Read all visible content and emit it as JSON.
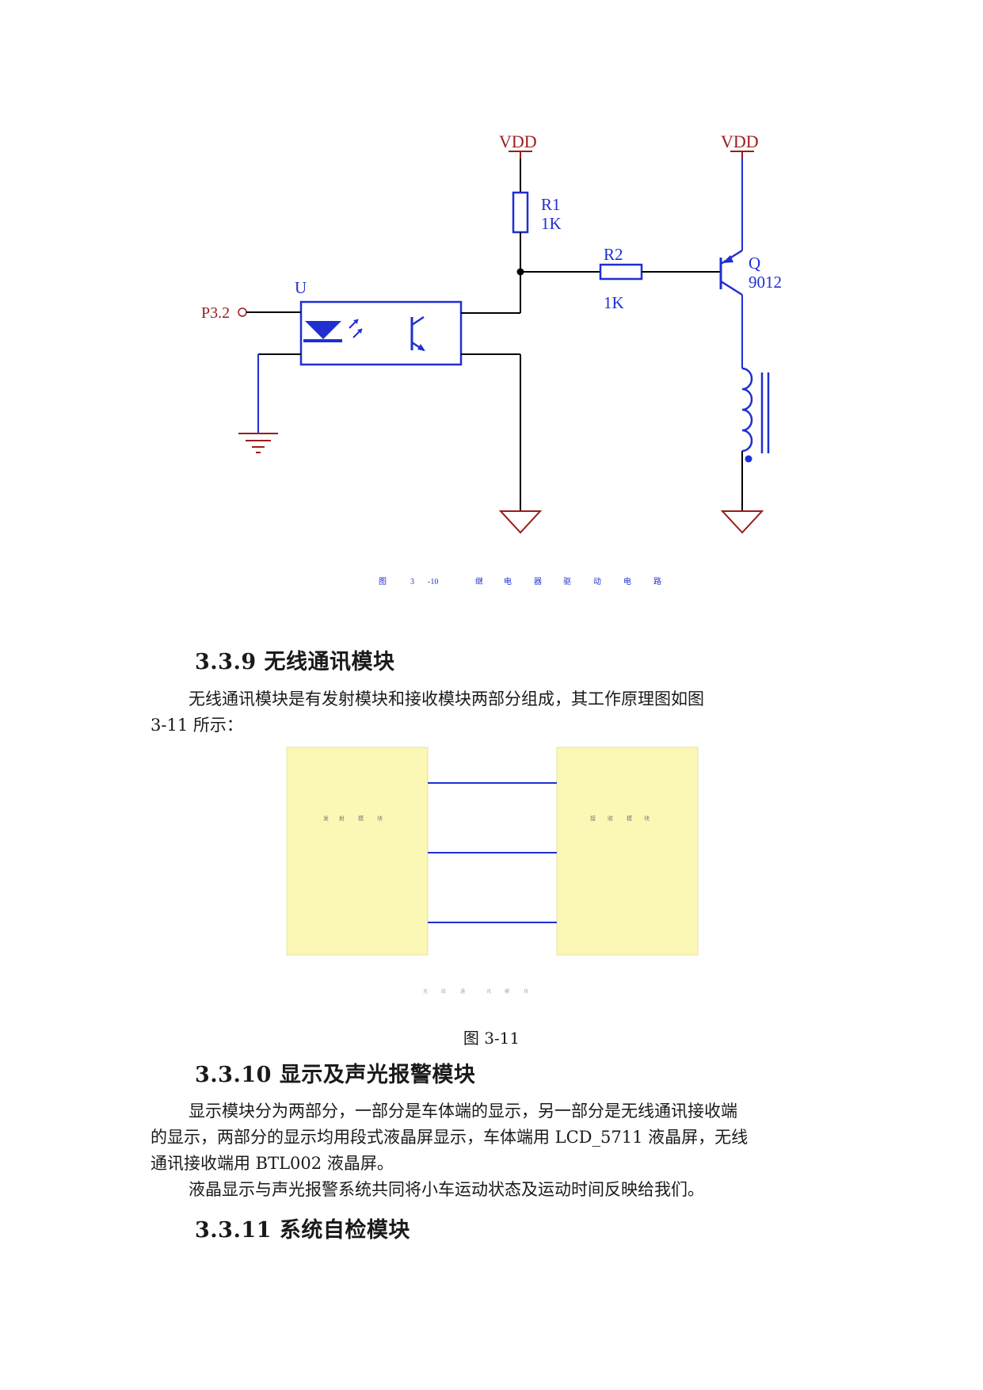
{
  "circuit1": {
    "vdd_left": "VDD",
    "vdd_right": "VDD",
    "r1_name": "R1",
    "r1_value": "1K",
    "r2_name": "R2",
    "r2_value": "1K",
    "q_name": "Q",
    "q_value": "9012",
    "u_name": "U",
    "p32": "P3.2",
    "caption_chars": [
      "图",
      "3",
      "-10",
      "继",
      "电",
      "器",
      "驱",
      "动",
      "电",
      "路"
    ]
  },
  "section_339": {
    "heading": "3.3.9 无线通讯模块",
    "para_lines": [
      "无线通讯模块是有发射模块和接收模块两部分组成，其工作原理图如图",
      "3-11 所示："
    ]
  },
  "fig311": {
    "left_box_chars": [
      "发",
      "射",
      "模",
      "块"
    ],
    "right_box_chars": [
      "接",
      "收",
      "模",
      "块"
    ],
    "small_caption_chars": [
      "无",
      "线",
      "通",
      "讯",
      "模",
      "块"
    ],
    "caption": "图 3-11"
  },
  "section_3310": {
    "heading": "3.3.10 显示及声光报警模块",
    "para1_lines": [
      "显示模块分为两部分，一部分是车体端的显示，另一部分是无线通讯接收端",
      "的显示，两部分的显示均用段式液晶屏显示，车体端用 LCD_5711 液晶屏，无线",
      "通讯接收端用 BTL002 液晶屏。"
    ],
    "para2": "液晶显示与声光报警系统共同将小车运动状态及运动时间反映给我们。"
  },
  "section_3311": {
    "heading": "3.3.11 系统自检模块"
  },
  "colors": {
    "wire_blue": "#1f2fd1",
    "wire_black": "#000000",
    "label_red": "#9b1b1b",
    "label_blue": "#1f2fd1",
    "box_fill": "#fbf8b5"
  }
}
